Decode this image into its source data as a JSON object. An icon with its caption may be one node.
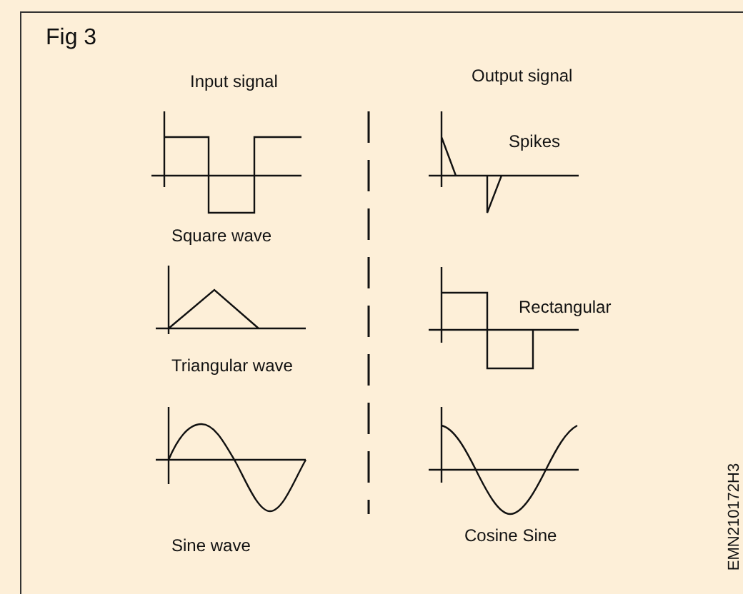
{
  "diagram": {
    "title": "Fig 3",
    "labels": [
      "Input signal",
      "Output signal",
      "Spikes",
      "Square wave",
      "Rectangular",
      "Triangular wave",
      "Sine wave",
      "Cosine Sine",
      "EMN210172H3"
    ]
  }
}
